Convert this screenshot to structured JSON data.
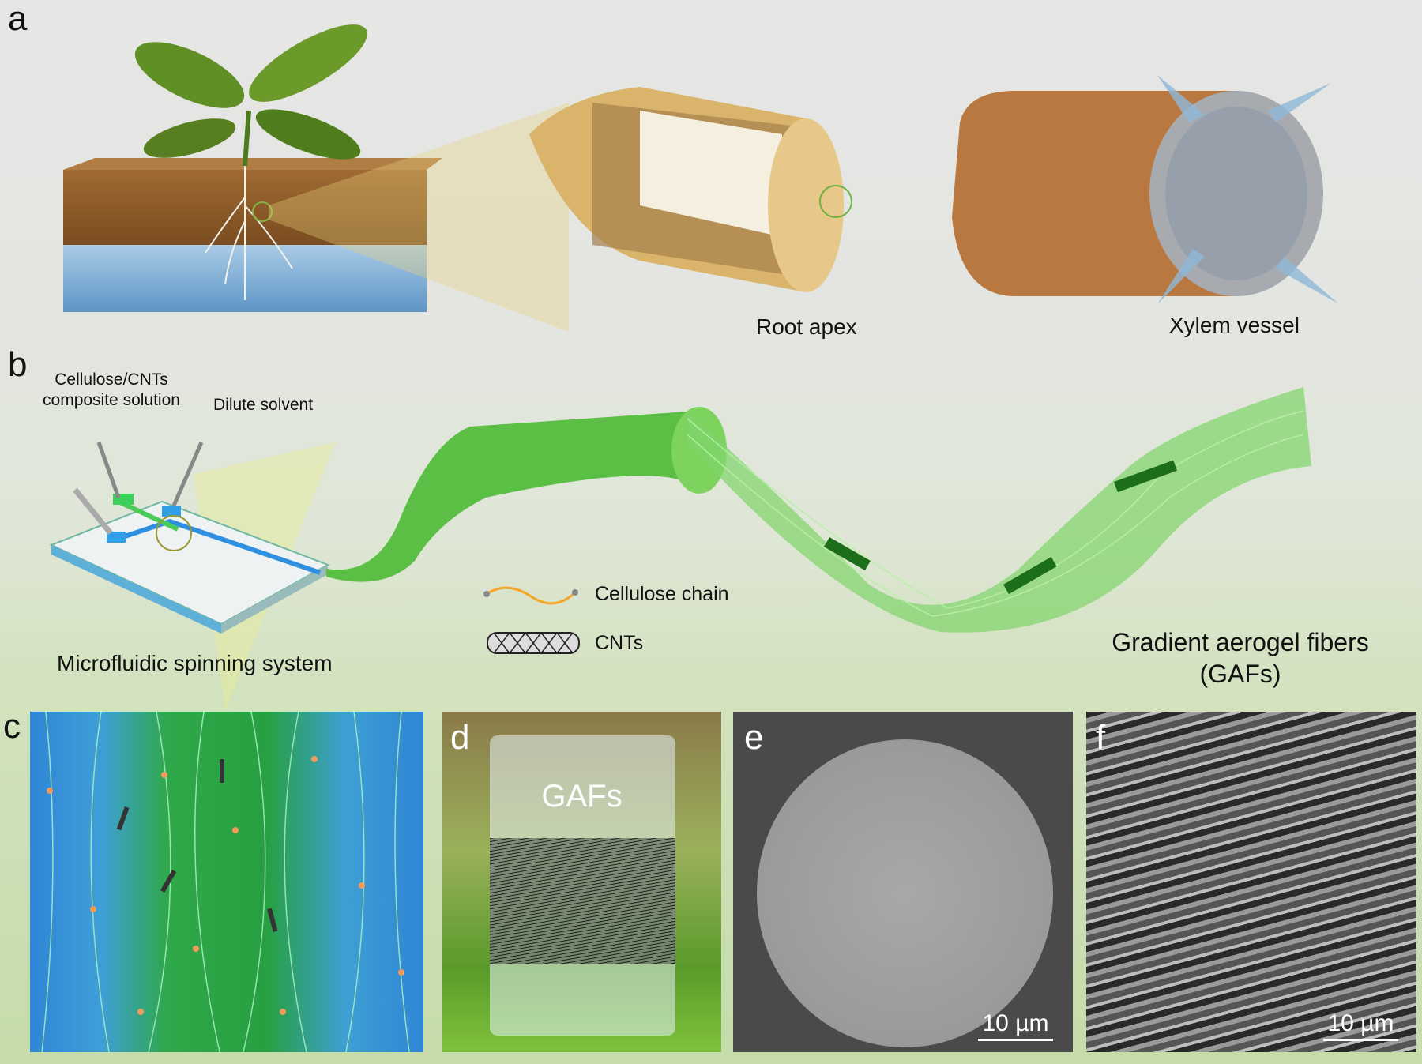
{
  "panel_labels": {
    "a": "a",
    "b": "b",
    "c": "c",
    "d": "d",
    "e": "e",
    "f": "f"
  },
  "panel_a": {
    "root_apex_label": "Root apex",
    "xylem_label": "Xylem vessel"
  },
  "panel_b": {
    "composite_solution_label_line1": "Cellulose/CNTs",
    "composite_solution_label_line2": "composite solution",
    "dilute_solvent_label": "Dilute solvent",
    "system_label": "Microfluidic spinning system",
    "legend": [
      {
        "label": "Cellulose chain"
      },
      {
        "label": "CNTs"
      }
    ],
    "gaf_label_line1": "Gradient aerogel fibers",
    "gaf_label_line2": "(GAFs)"
  },
  "panel_d": {
    "label": "GAFs"
  },
  "panel_e": {
    "scale_bar": "10 µm"
  },
  "panel_f": {
    "scale_bar": "10 µm"
  },
  "colors": {
    "fiber_green": "#5fc24a",
    "water_blue": "#2f8fe0",
    "soil_brown": "#8a5a2a",
    "cellulose_orange": "#f5a623"
  }
}
